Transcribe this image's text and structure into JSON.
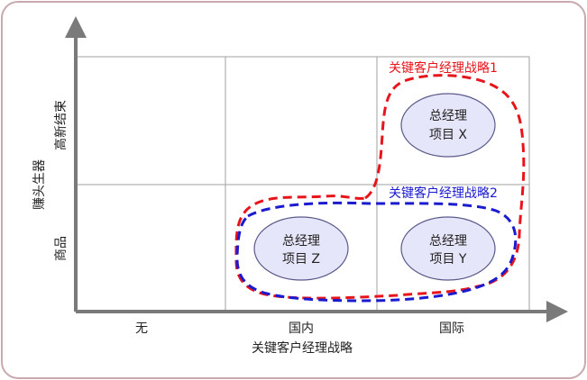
{
  "axes": {
    "x_title": "关键客户经理战略",
    "y_title": "赚头生器",
    "x_categories": [
      "无",
      "国内",
      "国际"
    ],
    "y_categories": [
      "商品",
      "高新结束"
    ]
  },
  "projects": [
    {
      "line1": "总经理",
      "line2": "项目 X"
    },
    {
      "line1": "总经理",
      "line2": "项目 Z"
    },
    {
      "line1": "总经理",
      "line2": "项目 Y"
    }
  ],
  "strategies": {
    "s1": {
      "label": "关键客户经理战略1",
      "color": "#e8141c"
    },
    "s2": {
      "label": "关键客户经理战略2",
      "color": "#1a1ad0"
    }
  },
  "colors": {
    "frame_border": "#c9a9ad",
    "axis": "#7a7a7a",
    "grid": "#a0a0a0",
    "ellipse_fill": "#e6e6fa",
    "ellipse_stroke": "#5a5a8a",
    "text": "#222222"
  }
}
